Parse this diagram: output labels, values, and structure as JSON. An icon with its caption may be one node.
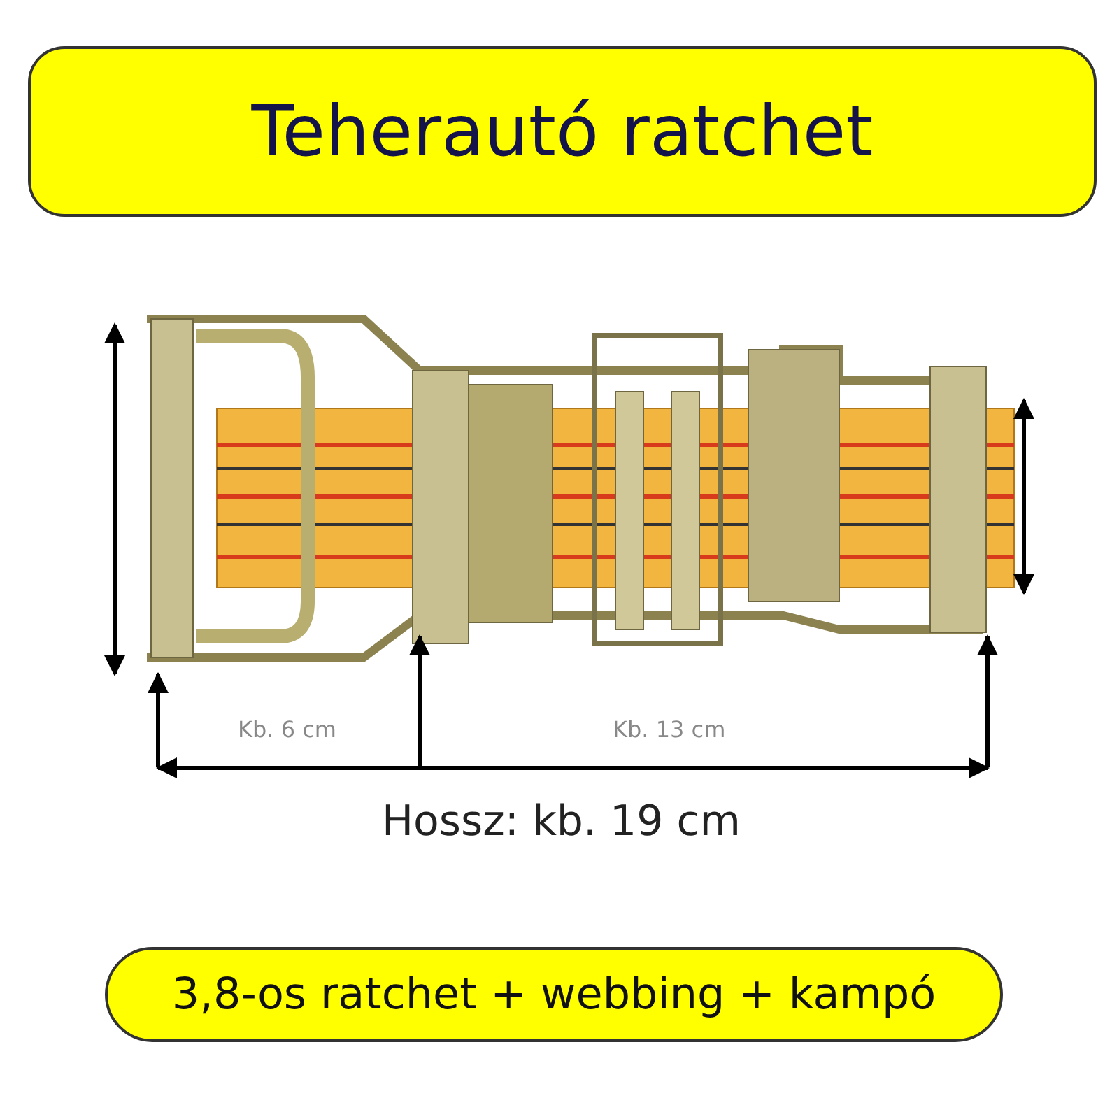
{
  "diagram": {
    "title": "Teherautó ratchet",
    "caption": "3,8-os ratchet + webbing + kampó",
    "labels": [
      "Kb. 6 cm",
      "Kb. 13 cm",
      "Hossz: kb. 19 cm"
    ]
  }
}
